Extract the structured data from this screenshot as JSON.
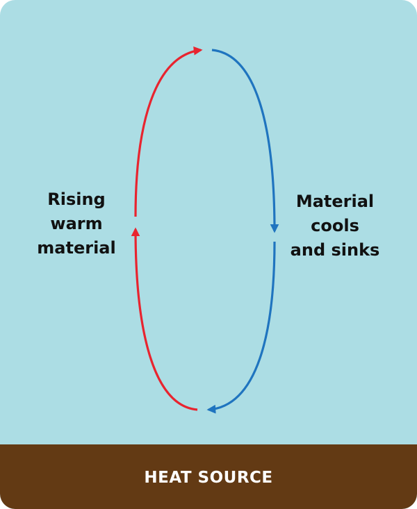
{
  "diagram": {
    "left_label_lines": [
      "Rising",
      "warm",
      "material"
    ],
    "right_label_lines": [
      "Material",
      "cools",
      "and sinks"
    ],
    "heat_source_label": "HEAT SOURCE"
  },
  "colors": {
    "background": "#acdde4",
    "warm_arrow": "#e8242f",
    "cool_arrow": "#1f74bf",
    "heat_source": "#633a14",
    "label_text": "#111111",
    "heat_text": "#ffffff"
  }
}
